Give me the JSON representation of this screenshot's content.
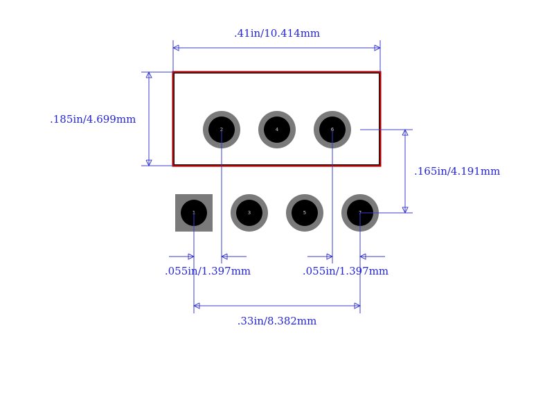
{
  "colors": {
    "dimension": "#3b3bd0",
    "outline_outer": "#b00000",
    "outline_inner": "#000000",
    "pad_ring": "#7a7a7a",
    "hole": "#000000",
    "pin_label": "#c8c8c8"
  },
  "dimensions": {
    "width_label": ".41in/10.414mm",
    "height_label": ".185in/4.699mm",
    "row_offset_label": ".165in/4.191mm",
    "pitch_left_label": ".055in/1.397mm",
    "pitch_right_label": ".055in/1.397mm",
    "span_label": ".33in/8.382mm"
  },
  "pins": [
    {
      "num": "1",
      "shape": "square"
    },
    {
      "num": "2",
      "shape": "round"
    },
    {
      "num": "3",
      "shape": "round"
    },
    {
      "num": "4",
      "shape": "round"
    },
    {
      "num": "5",
      "shape": "round"
    },
    {
      "num": "6",
      "shape": "round"
    },
    {
      "num": "7",
      "shape": "round"
    }
  ]
}
